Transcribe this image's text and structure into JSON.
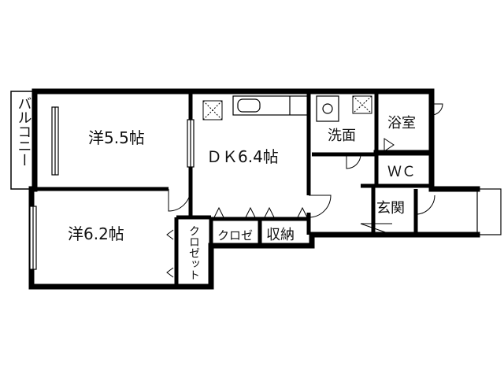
{
  "floor_plan": {
    "rooms": {
      "balcony": "バルコニー",
      "western_room_1": "洋5.5帖",
      "dining_kitchen": "ＤＫ6.4帖",
      "washroom": "洗面",
      "bathroom": "浴室",
      "toilet": "ＷＣ",
      "entrance": "玄関",
      "western_room_2": "洋6.2帖",
      "closet_vertical": "クロゼット",
      "closet_small": "クロゼ",
      "storage": "収納"
    }
  }
}
